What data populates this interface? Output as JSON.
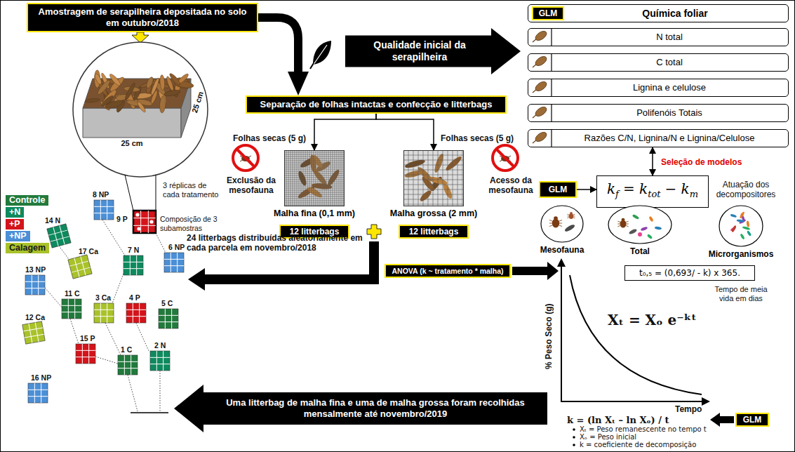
{
  "diagram": {
    "nodes": [
      {
        "text": [
          "Amostragem de serapilheira depositada no solo em outubro/2018"
        ]
      },
      {
        "text": [
          "Separação de folhas intactas e confecção e litterbags"
        ]
      },
      {
        "text": [
          "Qualidade inicial da serapilheira"
        ]
      },
      {
        "text": [
          "Química foliar"
        ]
      },
      {
        "text": [
          "GLM"
        ],
        "in": 3
      },
      {
        "text": [
          "N total"
        ]
      },
      {
        "text": [
          "C total"
        ]
      },
      {
        "text": [
          "Lignina e celulose"
        ]
      },
      {
        "text": [
          "Polifenóis Totais"
        ]
      },
      {
        "text": [
          "Razões C/N, Lignina/N e Lignina/Celulose"
        ]
      },
      {
        "text": [
          "GLM"
        ]
      },
      {
        "text": [
          "k",
          "f",
          "= k",
          "tot",
          "− k",
          "m"
        ]
      },
      {
        "text": [
          "Mesofauna"
        ]
      },
      {
        "text": [
          "Total"
        ]
      },
      {
        "text": [
          "Microrganismos"
        ]
      },
      {
        "text": [
          "Malha fina (0,1 mm)"
        ]
      },
      {
        "text": [
          "Malha grossa (2 mm)"
        ]
      },
      {
        "text": [
          "12 litterbags"
        ]
      },
      {
        "text": [
          "12 litterbags"
        ]
      },
      {
        "text": [
          "ANOVA (k ~ tratamento * malha)"
        ]
      },
      {
        "text": [
          "t₀,₅ = (0,693/ - k) x 365."
        ]
      },
      {
        "text": [
          "GLM"
        ]
      },
      {
        "text": [
          "Uma litterbag de malha fina e uma de malha grossa foram recolhidas mensalmente até novembro/2019"
        ]
      }
    ],
    "edges": [
      {
        "from": 0,
        "to": 1,
        "arrow": "to"
      },
      {
        "from": 1,
        "to": 15,
        "label": "Folhas secas (5 g)",
        "arrow": "to"
      },
      {
        "from": 1,
        "to": 16,
        "label": "Folhas secas (5 g)",
        "arrow": "to"
      },
      {
        "from": 9,
        "to": 11,
        "label": "Seleção de modelos",
        "arrow": "both"
      },
      {
        "from": 10,
        "to": 11,
        "arrow": "to"
      }
    ],
    "labels": [
      "25 cm",
      "25 cm",
      "3 réplicas de cada tratamento",
      "Composição de 3 subamostras",
      "8 NP",
      "9 P",
      "14 N",
      "17 Ca",
      "13 NP",
      "7 N",
      "6 NP",
      "11 C",
      "3 Ca",
      "4 P",
      "5 C",
      "12 Ca",
      "15 P",
      "1 C",
      "2 N",
      "16 NP",
      "Exclusão da mesofauna",
      "Acesso da mesofauna",
      "24 litterbags distribuídas aleatoriamente em cada parcela em novembro/2018",
      "Atuação dos decompositores",
      "% Peso Seco (g)",
      "Tempo",
      "Xₜ = Xₒ e⁻ᵏᵗ",
      "Tempo de meia vida em dias",
      "k = (ln Xₜ – ln Xₒ) / t",
      "Xₜ = Peso remanescente no tempo t",
      "Xₒ = Peso inicial",
      "k = coeficiente de decomposição"
    ],
    "legend": [
      {
        "text": "Controle",
        "color": "#217a3c"
      },
      {
        "text": "+N",
        "color": "#0e8a5e"
      },
      {
        "text": "+P",
        "color": "#d3141b"
      },
      {
        "text": "+NP",
        "color": "#4b8fd6"
      },
      {
        "text": "Calagem",
        "color": "#a9c22a"
      }
    ]
  }
}
